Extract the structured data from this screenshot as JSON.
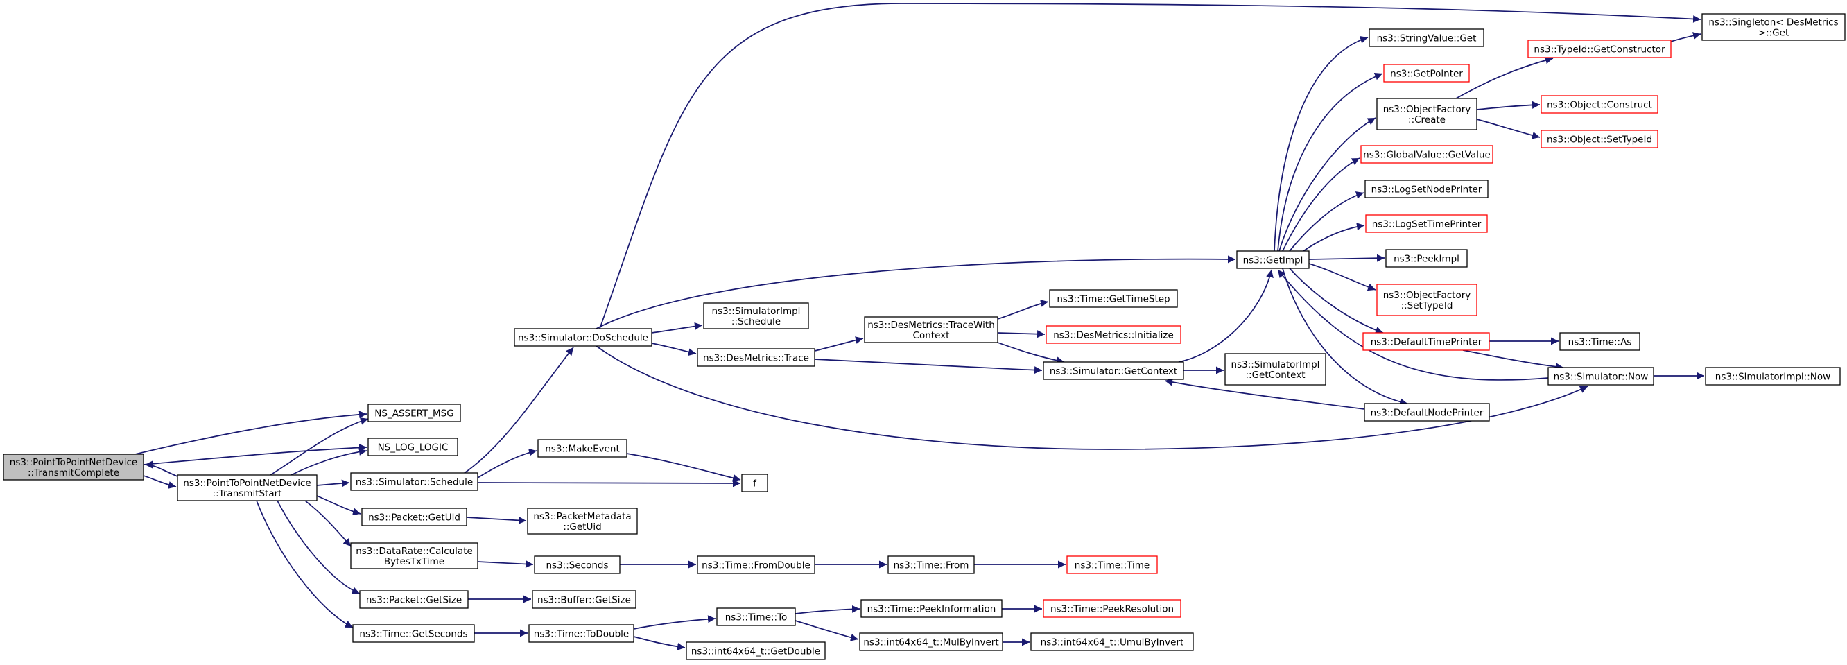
{
  "colors": {
    "edge": "#191970",
    "node_border": "#000000",
    "node_link_missing_border": "#ff0000",
    "node_fill": "#ffffff",
    "root_fill": "#bfbfbf"
  },
  "nodes": [
    {
      "id": "root",
      "lines": [
        "ns3::PointToPointNetDevice",
        "::TransmitComplete"
      ],
      "style": "root"
    },
    {
      "id": "transmit_start",
      "lines": [
        "ns3::PointToPointNetDevice",
        "::TransmitStart"
      ],
      "style": "normal"
    },
    {
      "id": "ns_assert_msg",
      "lines": [
        "NS_ASSERT_MSG"
      ],
      "style": "normal"
    },
    {
      "id": "ns_log_logic",
      "lines": [
        "NS_LOG_LOGIC"
      ],
      "style": "normal"
    },
    {
      "id": "sim_schedule",
      "lines": [
        "ns3::Simulator::Schedule"
      ],
      "style": "normal"
    },
    {
      "id": "packet_getuid",
      "lines": [
        "ns3::Packet::GetUid"
      ],
      "style": "normal"
    },
    {
      "id": "datarate_calc",
      "lines": [
        "ns3::DataRate::Calculate",
        "BytesTxTime"
      ],
      "style": "normal"
    },
    {
      "id": "packet_getsize",
      "lines": [
        "ns3::Packet::GetSize"
      ],
      "style": "normal"
    },
    {
      "id": "time_getseconds",
      "lines": [
        "ns3::Time::GetSeconds"
      ],
      "style": "normal"
    },
    {
      "id": "sim_doschedule",
      "lines": [
        "ns3::Simulator::DoSchedule"
      ],
      "style": "normal"
    },
    {
      "id": "makeevent",
      "lines": [
        "ns3::MakeEvent"
      ],
      "style": "normal"
    },
    {
      "id": "f",
      "lines": [
        "f"
      ],
      "style": "normal"
    },
    {
      "id": "pktmeta_getuid",
      "lines": [
        "ns3::PacketMetadata",
        "::GetUid"
      ],
      "style": "normal"
    },
    {
      "id": "seconds",
      "lines": [
        "ns3::Seconds"
      ],
      "style": "normal"
    },
    {
      "id": "buffer_getsize",
      "lines": [
        "ns3::Buffer::GetSize"
      ],
      "style": "normal"
    },
    {
      "id": "time_todouble",
      "lines": [
        "ns3::Time::ToDouble"
      ],
      "style": "normal"
    },
    {
      "id": "simimpl_schedule",
      "lines": [
        "ns3::SimulatorImpl",
        "::Schedule"
      ],
      "style": "normal"
    },
    {
      "id": "desmetrics_trace",
      "lines": [
        "ns3::DesMetrics::Trace"
      ],
      "style": "normal"
    },
    {
      "id": "time_fromdouble",
      "lines": [
        "ns3::Time::FromDouble"
      ],
      "style": "normal"
    },
    {
      "id": "time_to",
      "lines": [
        "ns3::Time::To"
      ],
      "style": "normal"
    },
    {
      "id": "int64_getdouble",
      "lines": [
        "ns3::int64x64_t::GetDouble"
      ],
      "style": "normal"
    },
    {
      "id": "desmetrics_tracewith",
      "lines": [
        "ns3::DesMetrics::TraceWith",
        "Context"
      ],
      "style": "normal"
    },
    {
      "id": "time_from",
      "lines": [
        "ns3::Time::From"
      ],
      "style": "normal"
    },
    {
      "id": "time_peekinfo",
      "lines": [
        "ns3::Time::PeekInformation"
      ],
      "style": "normal"
    },
    {
      "id": "int64_mulbyinvert",
      "lines": [
        "ns3::int64x64_t::MulByInvert"
      ],
      "style": "normal"
    },
    {
      "id": "time_gettimestep",
      "lines": [
        "ns3::Time::GetTimeStep"
      ],
      "style": "normal"
    },
    {
      "id": "desmetrics_init",
      "lines": [
        "ns3::DesMetrics::Initialize"
      ],
      "style": "red"
    },
    {
      "id": "sim_getcontext",
      "lines": [
        "ns3::Simulator::GetContext"
      ],
      "style": "normal"
    },
    {
      "id": "time_time",
      "lines": [
        "ns3::Time::Time"
      ],
      "style": "red"
    },
    {
      "id": "time_peekres",
      "lines": [
        "ns3::Time::PeekResolution"
      ],
      "style": "red"
    },
    {
      "id": "int64_umulbyinvert",
      "lines": [
        "ns3::int64x64_t::UmulByInvert"
      ],
      "style": "normal"
    },
    {
      "id": "simimpl_getcontext",
      "lines": [
        "ns3::SimulatorImpl",
        "::GetContext"
      ],
      "style": "normal"
    },
    {
      "id": "getimpl",
      "lines": [
        "ns3::GetImpl"
      ],
      "style": "normal"
    },
    {
      "id": "stringvalue_get",
      "lines": [
        "ns3::StringValue::Get"
      ],
      "style": "normal"
    },
    {
      "id": "getpointer",
      "lines": [
        "ns3::GetPointer"
      ],
      "style": "red"
    },
    {
      "id": "objfactory_create",
      "lines": [
        "ns3::ObjectFactory",
        "::Create"
      ],
      "style": "normal"
    },
    {
      "id": "globalvalue_getvalue",
      "lines": [
        "ns3::GlobalValue::GetValue"
      ],
      "style": "red"
    },
    {
      "id": "logsetnodeprinter",
      "lines": [
        "ns3::LogSetNodePrinter"
      ],
      "style": "normal"
    },
    {
      "id": "logsettimeprinter",
      "lines": [
        "ns3::LogSetTimePrinter"
      ],
      "style": "red"
    },
    {
      "id": "peekimpl",
      "lines": [
        "ns3::PeekImpl"
      ],
      "style": "normal"
    },
    {
      "id": "objfactory_settypeid",
      "lines": [
        "ns3::ObjectFactory",
        "::SetTypeId"
      ],
      "style": "red"
    },
    {
      "id": "defaulttimeprinter",
      "lines": [
        "ns3::DefaultTimePrinter"
      ],
      "style": "red"
    },
    {
      "id": "defaultnodeprinter",
      "lines": [
        "ns3::DefaultNodePrinter"
      ],
      "style": "normal"
    },
    {
      "id": "typeid_getconstructor",
      "lines": [
        "ns3::TypeId::GetConstructor"
      ],
      "style": "red"
    },
    {
      "id": "object_construct",
      "lines": [
        "ns3::Object::Construct"
      ],
      "style": "red"
    },
    {
      "id": "object_settypeid",
      "lines": [
        "ns3::Object::SetTypeId"
      ],
      "style": "red"
    },
    {
      "id": "time_as",
      "lines": [
        "ns3::Time::As"
      ],
      "style": "normal"
    },
    {
      "id": "sim_now",
      "lines": [
        "ns3::Simulator::Now"
      ],
      "style": "normal"
    },
    {
      "id": "simimpl_now",
      "lines": [
        "ns3::SimulatorImpl::Now"
      ],
      "style": "normal"
    },
    {
      "id": "singleton_get",
      "lines": [
        "ns3::Singleton< DesMetrics",
        " >::Get"
      ],
      "style": "normal"
    }
  ]
}
